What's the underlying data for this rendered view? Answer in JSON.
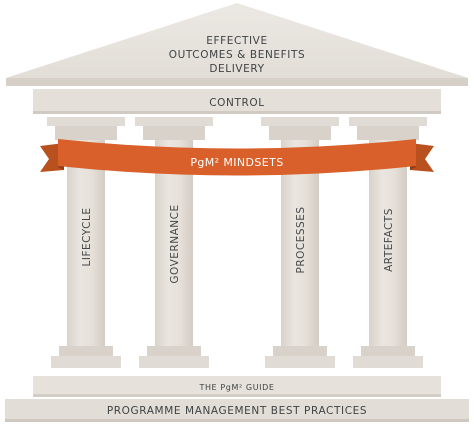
{
  "roof": {
    "line1": "EFFECTIVE",
    "line2": "OUTCOMES & BENEFITS",
    "line3": "DELIVERY"
  },
  "architrave": {
    "label": "CONTROL"
  },
  "banner": {
    "label": "PgM² MINDSETS"
  },
  "pillars": [
    {
      "label": "LIFECYCLE"
    },
    {
      "label": "GOVERNANCE"
    },
    {
      "label": "PROCESSES"
    },
    {
      "label": "ARTEFACTS"
    }
  ],
  "base": {
    "guide_label": "THE PgM² GUIDE",
    "foundation_label": "PROGRAMME MANAGEMENT BEST PRACTICES"
  },
  "colors": {
    "stone_light": "#e8e3dd",
    "stone_mid": "#dcd6cf",
    "stone_dark": "#cfc8c0",
    "banner": "#d9602a",
    "banner_dark": "#a9481e",
    "text": "#3f4345"
  }
}
